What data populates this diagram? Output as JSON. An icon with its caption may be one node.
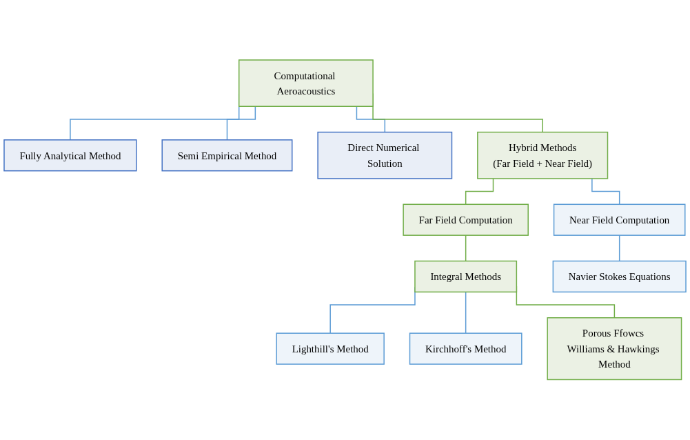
{
  "diagram": {
    "nodes": [
      {
        "text": [
          "Computational Aeroacoustics"
        ]
      },
      {
        "text": [
          "Fully Analytical Method"
        ]
      },
      {
        "text": [
          "Semi Empirical Method"
        ]
      },
      {
        "text": [
          "Direct Numerical Solution"
        ]
      },
      {
        "text": [
          "Hybrid Methods",
          "(Far Field + Near Field)"
        ]
      },
      {
        "text": [
          "Far Field Computation"
        ]
      },
      {
        "text": [
          "Near Field Computation"
        ]
      },
      {
        "text": [
          "Integral Methods"
        ]
      },
      {
        "text": [
          "Navier Stokes Equations"
        ]
      },
      {
        "text": [
          "Lighthill's Method"
        ]
      },
      {
        "text": [
          "Kirchhoff's Method"
        ]
      },
      {
        "text": [
          "Porous Ffowcs Williams & Hawkings Method"
        ]
      }
    ],
    "edges": [
      {
        "from": 0,
        "to": 1,
        "arrow": "none"
      },
      {
        "from": 0,
        "to": 2,
        "arrow": "none"
      },
      {
        "from": 0,
        "to": 3,
        "arrow": "none"
      },
      {
        "from": 0,
        "to": 4,
        "arrow": "none",
        "color": "#70ad47"
      },
      {
        "from": 4,
        "to": 5,
        "arrow": "none",
        "color": "#70ad47"
      },
      {
        "from": 4,
        "to": 6,
        "arrow": "none"
      },
      {
        "from": 5,
        "to": 7,
        "arrow": "none",
        "color": "#70ad47"
      },
      {
        "from": 6,
        "to": 8,
        "arrow": "none"
      },
      {
        "from": 7,
        "to": 9,
        "arrow": "none"
      },
      {
        "from": 7,
        "to": 10,
        "arrow": "none"
      },
      {
        "from": 7,
        "to": 11,
        "arrow": "none",
        "color": "#70ad47"
      }
    ]
  }
}
